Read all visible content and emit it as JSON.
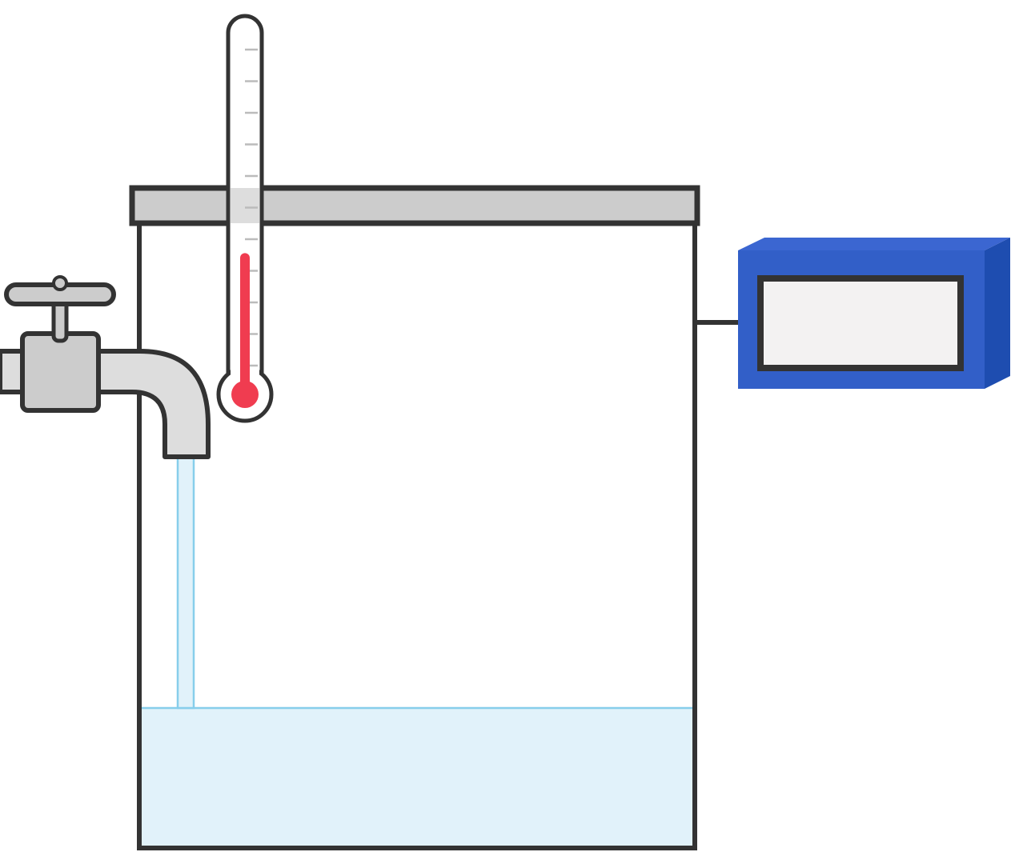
{
  "diagram": {
    "components": {
      "tank": {
        "icon": "open-tank-icon"
      },
      "lid": {
        "icon": "lid-icon"
      },
      "water": {
        "icon": "water-icon",
        "fill_fraction": 0.22
      },
      "faucet": {
        "icon": "faucet-icon",
        "state": "open"
      },
      "water_stream": {
        "icon": "water-stream-icon"
      },
      "thermometer": {
        "icon": "thermometer-icon",
        "reading_fraction": 0.39
      },
      "display_box": {
        "icon": "display-box-icon",
        "screen_text": ""
      },
      "connector": {
        "icon": "wire-icon"
      }
    },
    "colors": {
      "outline": "#333333",
      "tank_fill": "#ffffff",
      "lid_fill": "#cccccc",
      "water_fill": "#e1f2fa",
      "water_line": "#87ceeb",
      "faucet_fill": "#dddddd",
      "faucet_body_fill": "#cccccc",
      "thermometer_fluid": "#f03c50",
      "thermometer_tick": "#bbbbbb",
      "box_front": "#325fc8",
      "box_side": "#1e4db0",
      "box_top": "#3b66d1",
      "screen_fill": "#f3f2f2"
    }
  }
}
